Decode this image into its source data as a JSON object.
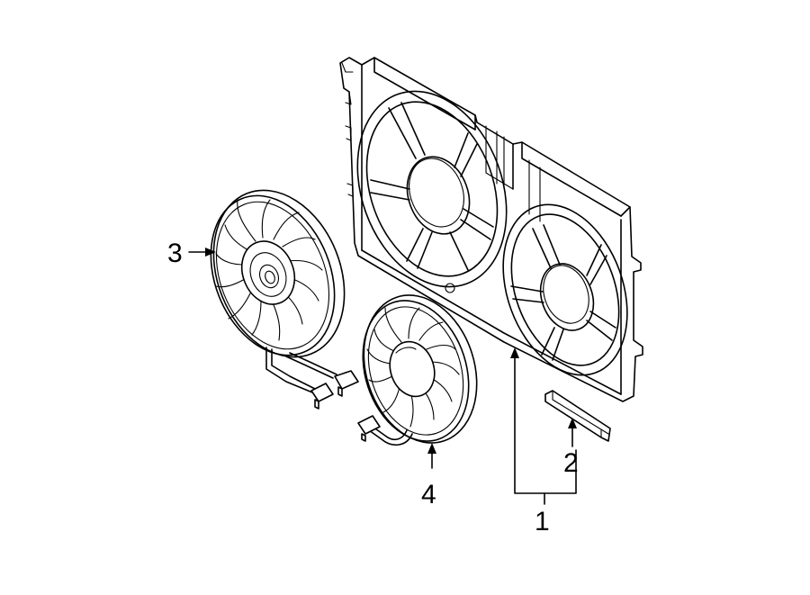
{
  "callouts": {
    "shroud": "1",
    "strip": "2",
    "left_fan": "3",
    "right_fan": "4"
  },
  "colors": {
    "line": "#000000",
    "background": "#ffffff"
  }
}
